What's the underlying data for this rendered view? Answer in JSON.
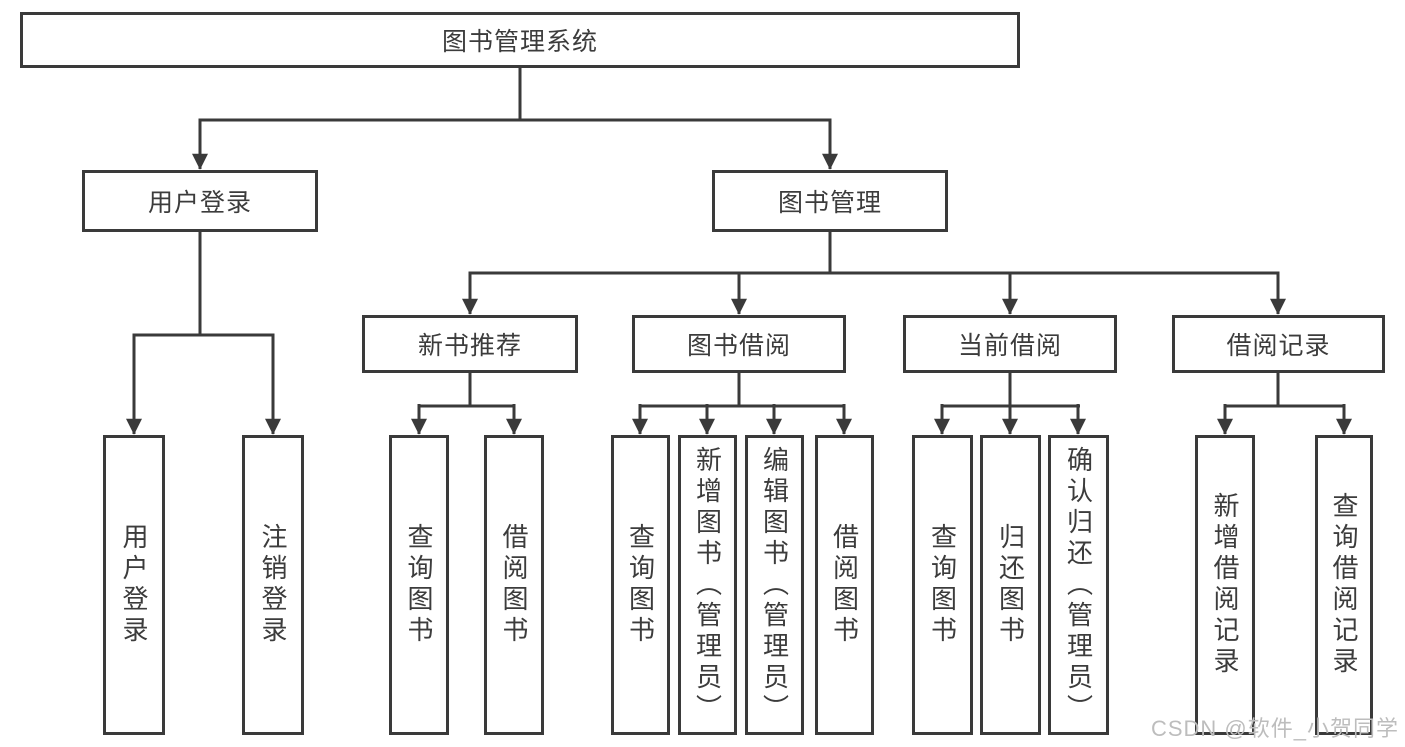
{
  "tree": {
    "label": "图书管理系统",
    "children": [
      {
        "label": "用户登录",
        "children": [
          {
            "label": "用户登录"
          },
          {
            "label": "注销登录"
          }
        ]
      },
      {
        "label": "图书管理",
        "children": [
          {
            "label": "新书推荐",
            "children": [
              {
                "label": "查询图书"
              },
              {
                "label": "借阅图书"
              }
            ]
          },
          {
            "label": "图书借阅",
            "children": [
              {
                "label": "查询图书"
              },
              {
                "label": "新增图书（管理员）"
              },
              {
                "label": "编辑图书（管理员）"
              },
              {
                "label": "借阅图书"
              }
            ]
          },
          {
            "label": "当前借阅",
            "children": [
              {
                "label": "查询图书"
              },
              {
                "label": "归还图书"
              },
              {
                "label": "确认归还（管理员）"
              }
            ]
          },
          {
            "label": "借阅记录",
            "children": [
              {
                "label": "新增借阅记录"
              },
              {
                "label": "查询借阅记录"
              }
            ]
          }
        ]
      }
    ]
  },
  "watermark": {
    "text": "CSDN @软件_小贺同学"
  },
  "colors": {
    "line": "#3a3a3a",
    "box_border": "#3a3a3a",
    "text": "#3c3c3c",
    "watermark": "#bdbdbd",
    "background": "#ffffff"
  }
}
